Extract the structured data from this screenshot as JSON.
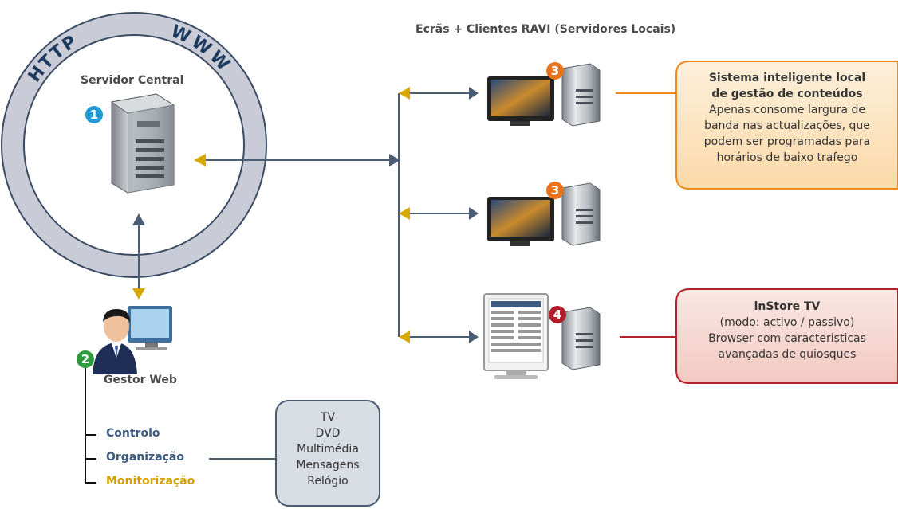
{
  "ring": {
    "http_label": "HTTP",
    "www_label": "WWW"
  },
  "central_server": {
    "label": "Servidor Central",
    "number": "1"
  },
  "top_heading": "Ecrãs + Clientes RAVI (Servidores Locais)",
  "clients": [
    {
      "number": "3"
    },
    {
      "number": "3"
    },
    {
      "number": "4"
    }
  ],
  "callout_smart": {
    "title_line1": "Sistema inteligente local",
    "title_line2": "de gestão de conteúdos",
    "body": [
      "Apenas consome largura de",
      "banda nas actualizações, que",
      "podem ser programadas para",
      "horários de baixo trafego"
    ]
  },
  "callout_instore": {
    "title": "inStore TV",
    "body": [
      "(modo: activo / passivo)",
      "Browser com caracteristicas",
      "avançadas de quiosques"
    ]
  },
  "gestor": {
    "label": "Gestor Web",
    "number": "2"
  },
  "menu": [
    "Controlo",
    "Organização",
    "Monitorização"
  ],
  "media_box": [
    "TV",
    "DVD",
    "Multimédia",
    "Mensagens",
    "Relógio"
  ],
  "colors": {
    "ring": "#c9ccd6",
    "line": "#4b5d73",
    "arrow_yellow": "#d9a800",
    "badge_blue": "#1f9ad6",
    "badge_green": "#2e9a3e",
    "badge_orange": "#e8731a",
    "badge_red": "#b01e2a",
    "callout_orange_border": "#f08a1d",
    "callout_red_border": "#b4222e",
    "menu_blue": "#3d5a80",
    "menu_yellow": "#d6a100"
  }
}
